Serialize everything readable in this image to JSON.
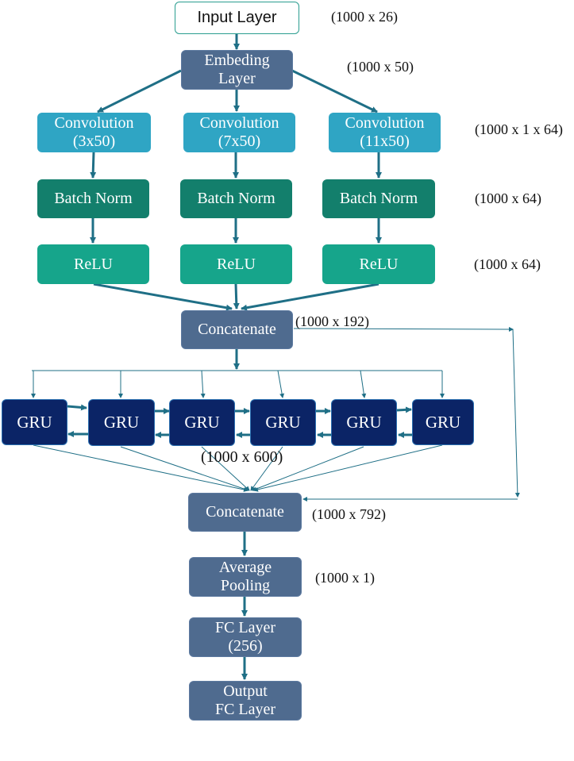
{
  "nodes": {
    "input": "Input Layer",
    "embedding": "Embeding\nLayer",
    "conv": [
      "Convolution\n(3x50)",
      "Convolution\n(7x50)",
      "Convolution\n(11x50)"
    ],
    "batch_norm": [
      "Batch Norm",
      "Batch Norm",
      "Batch Norm"
    ],
    "relu": [
      "ReLU",
      "ReLU",
      "ReLU"
    ],
    "concat1": "Concatenate",
    "gru": [
      "GRU",
      "GRU",
      "GRU",
      "GRU",
      "GRU",
      "GRU"
    ],
    "concat2": "Concatenate",
    "avg_pool": "Average\nPooling",
    "fc": "FC Layer\n(256)",
    "output": "Output\nFC Layer"
  },
  "dims": {
    "input": "(1000 x 26)",
    "embedding": "(1000 x 50)",
    "conv": "(1000 x 1 x 64)",
    "batch_norm": "(1000 x 64)",
    "relu": "(1000 x 64)",
    "concat1": "(1000 x 192)",
    "gru": "(1000 x 600)",
    "concat2": "(1000 x 792)",
    "avg_pool": "(1000 x 1)"
  },
  "colors": {
    "arrow": "#1f6f86",
    "slate": "#4f6b8f",
    "conv": "#2fa5c4",
    "batch_norm": "#137f6c",
    "relu": "#16a58b",
    "gru": "#0b2466",
    "input_border": "#2a9d8f"
  }
}
